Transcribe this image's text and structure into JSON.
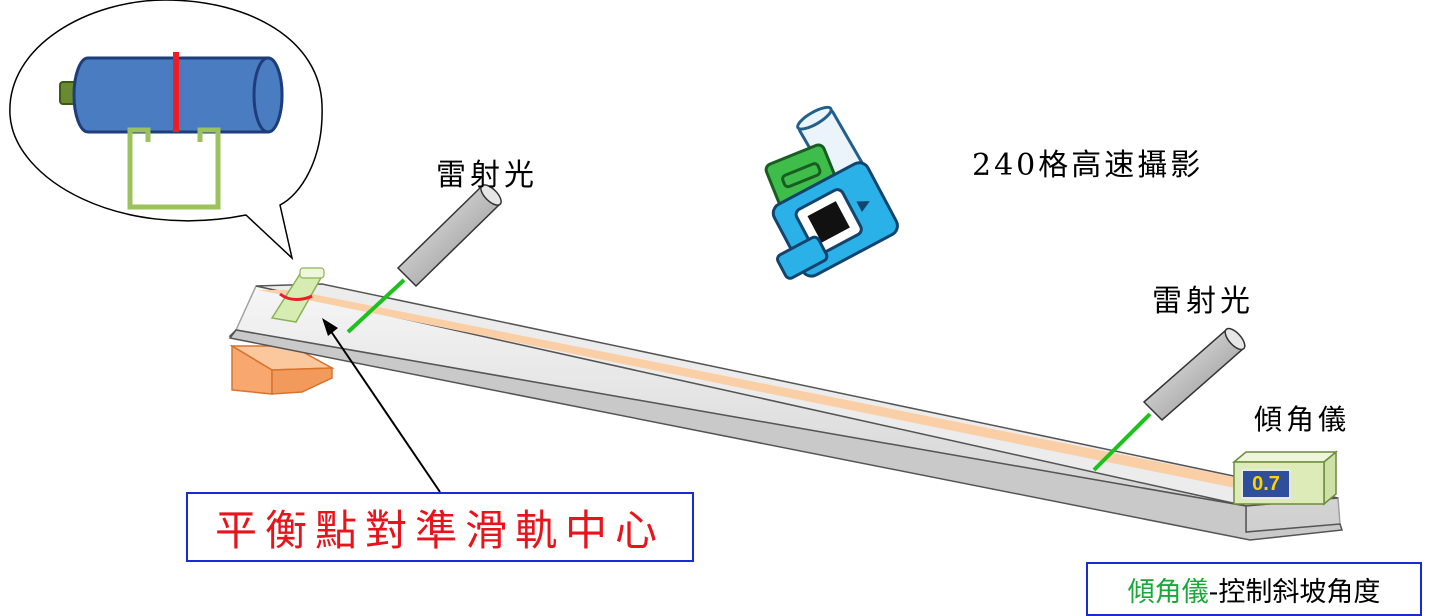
{
  "labels": {
    "laser_top": "雷射光",
    "laser_right": "雷射光",
    "camera": "240格高速攝影",
    "inclinometer": "傾角儀",
    "balance_note": "平衡點對準滑軌中心"
  },
  "inclinometer_display": "0.7",
  "caption": {
    "highlight": "傾角儀",
    "rest": "-控制斜坡角度"
  },
  "colors": {
    "balance_note_text": "#e8141c",
    "caption_highlight": "#1ba83a",
    "caption_text": "#000000",
    "display_text": "#ffd200",
    "display_bg": "#2e4f9a",
    "laser_beam": "#1dc11d",
    "track_stripe": "#fbcfa6",
    "support_block": "#f8a76e",
    "cylinder_body": "#4a7cc1",
    "bracket": "#9bc25c",
    "camera_body": "#2ab2e8",
    "red_mark": "#ee1c24",
    "box_border": "#1a2bd6"
  }
}
